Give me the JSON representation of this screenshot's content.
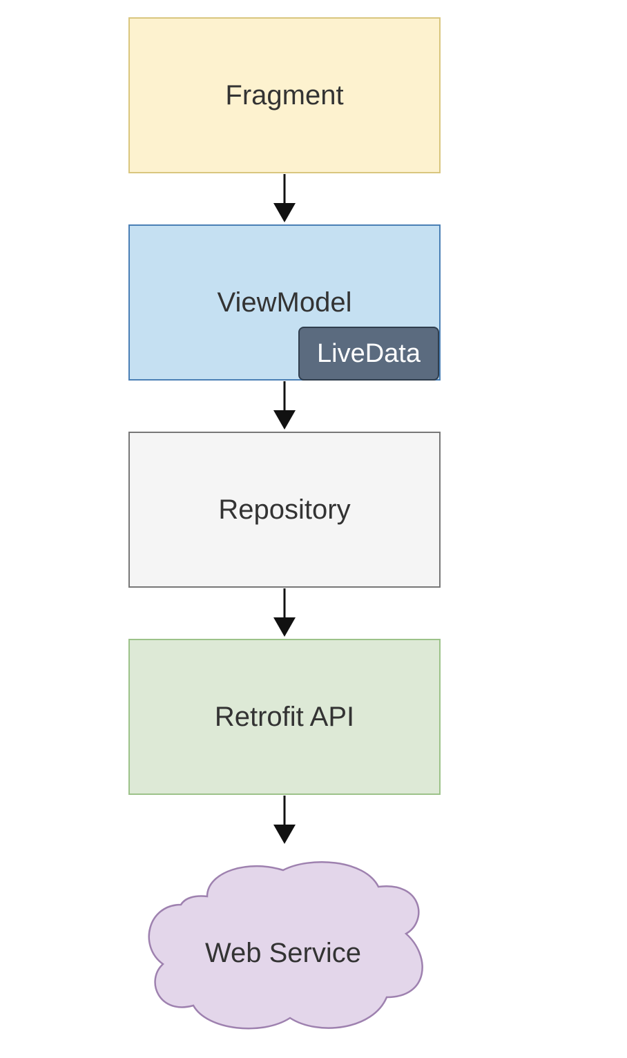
{
  "diagram": {
    "nodes": [
      {
        "id": "fragment",
        "label": "Fragment",
        "fill": "#fdf2cf",
        "stroke": "#d9c67e"
      },
      {
        "id": "viewmodel",
        "label": "ViewModel",
        "fill": "#c5e0f2",
        "stroke": "#4a7fb5",
        "badge": {
          "label": "LiveData",
          "fill": "#5b6b7f"
        }
      },
      {
        "id": "repository",
        "label": "Repository",
        "fill": "#f5f5f5",
        "stroke": "#777777"
      },
      {
        "id": "retrofit",
        "label": "Retrofit API",
        "fill": "#dde9d6",
        "stroke": "#9cc289"
      },
      {
        "id": "webservice",
        "label": "Web Service",
        "shape": "cloud",
        "fill": "#e3d6ea",
        "stroke": "#9e81af"
      }
    ],
    "edges": [
      {
        "from": "fragment",
        "to": "viewmodel"
      },
      {
        "from": "viewmodel",
        "to": "repository"
      },
      {
        "from": "repository",
        "to": "retrofit"
      },
      {
        "from": "retrofit",
        "to": "webservice"
      }
    ]
  }
}
